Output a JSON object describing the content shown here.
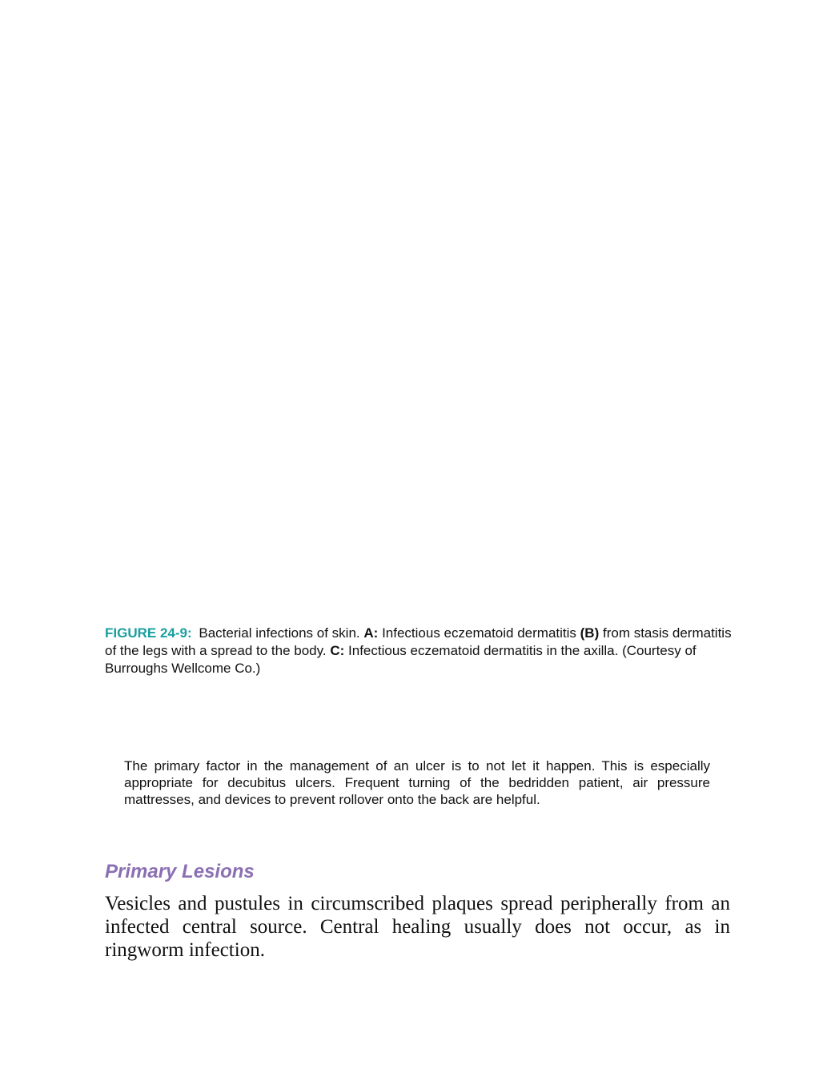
{
  "figure_caption": {
    "label": "FIGURE 24-9:",
    "intro": "Bacterial infections of skin.",
    "a_label": "A:",
    "a_text": "Infectious eczematoid dermatitis",
    "b_label": "(B)",
    "b_text": "from stasis dermatitis of the legs with a spread to the body.",
    "c_label": "C:",
    "c_text": "Infectious eczematoid dermatitis in the axilla. (Courtesy of Burroughs Wellcome Co.)"
  },
  "note_text": "The primary factor in the management of an ulcer is to not let it happen. This is especially appropriate for decubitus ulcers. Frequent turning of the bedridden patient, air pressure mattresses, and devices to prevent rollover onto the back are helpful.",
  "section": {
    "heading": "Primary Lesions",
    "paragraph": "Vesicles and pustules in circumscribed plaques spread peripherally from an infected central source. Central healing usually does not occur, as in ringworm infection."
  },
  "colors": {
    "figure_label": "#1a9e9e",
    "section_heading": "#8b6fb3",
    "text": "#111111"
  }
}
